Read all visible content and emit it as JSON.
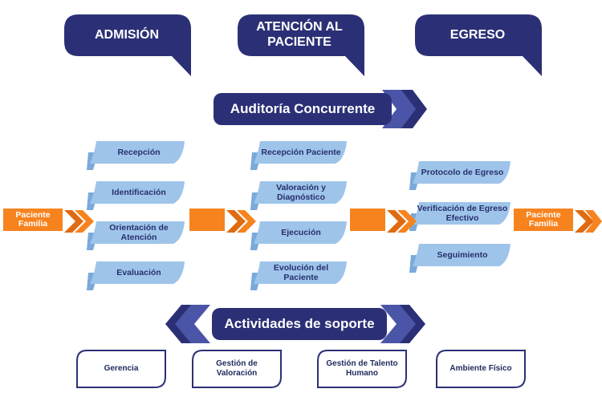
{
  "headers": [
    {
      "label": "ADMISIÓN"
    },
    {
      "label": "ATENCIÓN AL PACIENTE"
    },
    {
      "label": "EGRESO"
    }
  ],
  "audit_banner": {
    "label": "Auditoría Concurrente"
  },
  "columns": [
    {
      "steps": [
        "Recepción",
        "Identificación",
        "Orientación de Atención",
        "Evaluación"
      ]
    },
    {
      "steps": [
        "Recepción Paciente",
        "Valoración y Diagnóstico",
        "Ejecución",
        "Evolución del Paciente"
      ]
    },
    {
      "steps": [
        "Protocolo de Egreso",
        "Verificación de Egreso Efectivo",
        "Seguimiento"
      ]
    }
  ],
  "flow": {
    "start_label": "Paciente Familia",
    "end_label": "Paciente Familia"
  },
  "support_banner": {
    "label": "Actividades de soporte"
  },
  "support": [
    "Gerencia",
    "Gestión de Valoración",
    "Gestión de Talento Humano",
    "Ambiente Físico"
  ],
  "colors": {
    "navy": "#2b3076",
    "light_blue": "#9fc4ea",
    "light_blue_dark": "#7aa9da",
    "orange": "#f7831f",
    "orange_dark": "#e06a10"
  }
}
